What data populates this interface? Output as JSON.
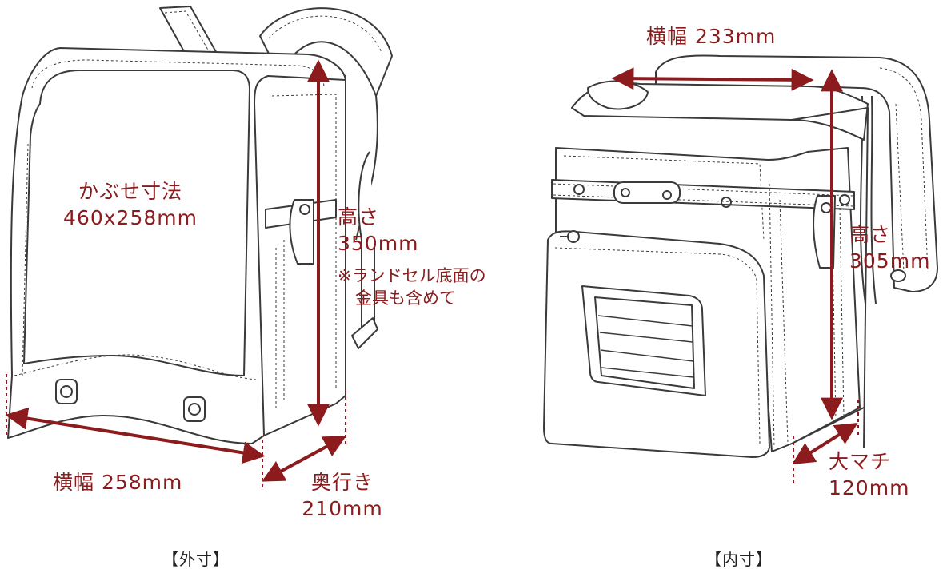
{
  "outer": {
    "kabuse_label": "かぶせ寸法",
    "kabuse_value": "460x258mm",
    "height_label": "高さ",
    "height_value": "350mm",
    "height_note_1": "※ランドセル底面の",
    "height_note_2": "金具も含めて",
    "width_label": "横幅 258mm",
    "depth_label": "奥行き",
    "depth_value": "210mm",
    "caption": "【外寸】"
  },
  "inner": {
    "width_label": "横幅 233mm",
    "height_label": "高さ",
    "height_value": "305mm",
    "gusset_label": "大マチ",
    "gusset_value": "120mm",
    "caption": "【内寸】"
  },
  "colors": {
    "dimension": "#8b1b1d",
    "outline": "#3a3a3a"
  }
}
